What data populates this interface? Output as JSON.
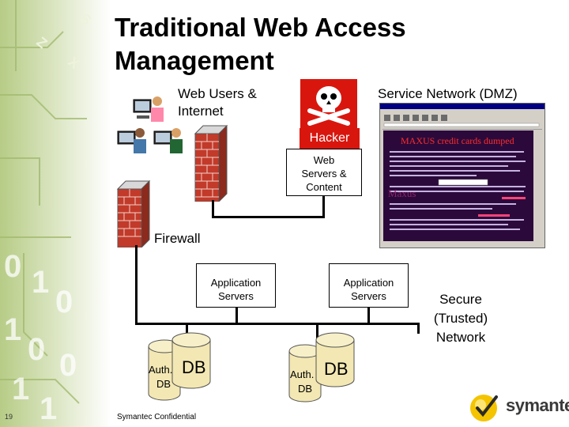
{
  "title_line1": "Traditional Web Access",
  "title_line2": "Management",
  "labels": {
    "web_users_line1": "Web Users &",
    "web_users_line2": "Internet",
    "service_network": "Service Network (DMZ)",
    "hacker": "Hacker",
    "web_servers_line1": "Web",
    "web_servers_line2": "Servers &",
    "web_servers_line3": "Content",
    "firewall": "Firewall",
    "app_servers_1_line1": "Application",
    "app_servers_1_line2": "Servers",
    "app_servers_2_line1": "Application",
    "app_servers_2_line2": "Servers",
    "secure_line1": "Secure",
    "secure_line2": "(Trusted)",
    "secure_line3": "Network",
    "db1_auth": "Auth.",
    "db1_db_small": "DB",
    "db1_db_big": "DB",
    "db2_auth": "Auth.",
    "db2_db_small": "DB",
    "db2_db_big": "DB"
  },
  "browser": {
    "headline": "MAXUS credit cards dumped",
    "watermark": "Maxus"
  },
  "footer": {
    "page_number": "19",
    "confidential": "Symantec Confidential",
    "logo": "symantec."
  },
  "colors": {
    "hacker_red": "#d9160e",
    "brick_red": "#c23a2a",
    "sidebar_green": "#c7d89a",
    "browser_purple": "#2b0a3b",
    "logo_yellow": "#f4c400"
  }
}
